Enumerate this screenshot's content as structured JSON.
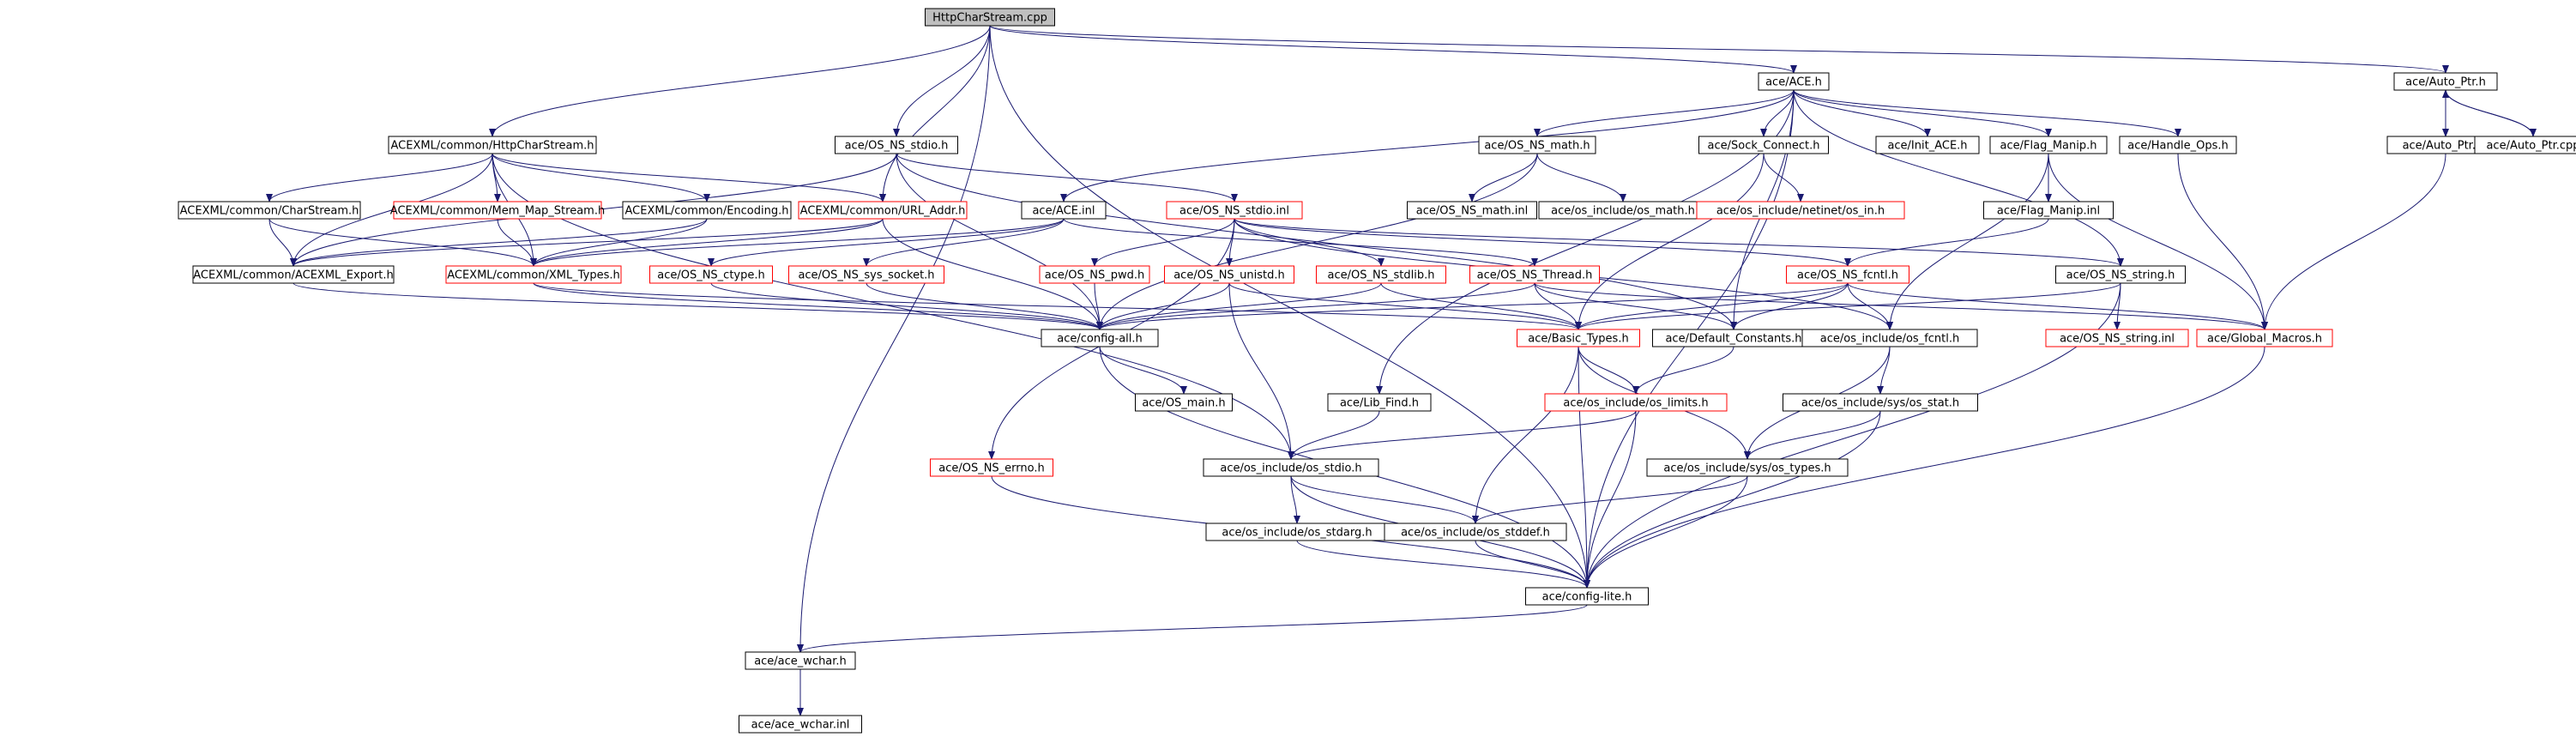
{
  "colors": {
    "edge": "#191970",
    "normal_border": "#000000",
    "missing_border": "#ff0000",
    "root_fill": "#bfbfbf",
    "text": "#000000"
  },
  "nodes": [
    {
      "id": "root",
      "label": "HttpCharStream.cpp",
      "kind": "root"
    },
    {
      "id": "hcs_h",
      "label": "ACEXML/common/HttpCharStream.h",
      "kind": "normal"
    },
    {
      "id": "os_stdio_h",
      "label": "ace/OS_NS_stdio.h",
      "kind": "normal"
    },
    {
      "id": "ace_h",
      "label": "ace/ACE.h",
      "kind": "normal"
    },
    {
      "id": "auto_ptr_h",
      "label": "ace/Auto_Ptr.h",
      "kind": "normal"
    },
    {
      "id": "os_math_h",
      "label": "ace/OS_NS_math.h",
      "kind": "normal"
    },
    {
      "id": "sock_connect_h",
      "label": "ace/Sock_Connect.h",
      "kind": "normal"
    },
    {
      "id": "init_ace_h",
      "label": "ace/Init_ACE.h",
      "kind": "normal"
    },
    {
      "id": "flag_manip_h",
      "label": "ace/Flag_Manip.h",
      "kind": "normal"
    },
    {
      "id": "handle_ops_h",
      "label": "ace/Handle_Ops.h",
      "kind": "normal"
    },
    {
      "id": "auto_ptr_inl",
      "label": "ace/Auto_Ptr.inl",
      "kind": "normal"
    },
    {
      "id": "auto_ptr_cpp",
      "label": "ace/Auto_Ptr.cpp",
      "kind": "normal"
    },
    {
      "id": "charstream_h",
      "label": "ACEXML/common/CharStream.h",
      "kind": "normal"
    },
    {
      "id": "mem_map_h",
      "label": "ACEXML/common/Mem_Map_Stream.h",
      "kind": "missing"
    },
    {
      "id": "encoding_h",
      "label": "ACEXML/common/Encoding.h",
      "kind": "normal"
    },
    {
      "id": "url_addr_h",
      "label": "ACEXML/common/URL_Addr.h",
      "kind": "missing"
    },
    {
      "id": "ace_inl",
      "label": "ace/ACE.inl",
      "kind": "normal"
    },
    {
      "id": "os_stdio_inl",
      "label": "ace/OS_NS_stdio.inl",
      "kind": "missing"
    },
    {
      "id": "os_math_inl",
      "label": "ace/OS_NS_math.inl",
      "kind": "normal"
    },
    {
      "id": "os_include_math_h",
      "label": "ace/os_include/os_math.h",
      "kind": "normal"
    },
    {
      "id": "netinet_in_h",
      "label": "ace/os_include/netinet/os_in.h",
      "kind": "missing"
    },
    {
      "id": "flag_manip_inl",
      "label": "ace/Flag_Manip.inl",
      "kind": "normal"
    },
    {
      "id": "acexml_export_h",
      "label": "ACEXML/common/ACEXML_Export.h",
      "kind": "normal"
    },
    {
      "id": "xml_types_h",
      "label": "ACEXML/common/XML_Types.h",
      "kind": "missing"
    },
    {
      "id": "os_ctype_h",
      "label": "ace/OS_NS_ctype.h",
      "kind": "missing"
    },
    {
      "id": "os_sys_socket_h",
      "label": "ace/OS_NS_sys_socket.h",
      "kind": "missing"
    },
    {
      "id": "os_pwd_h",
      "label": "ace/OS_NS_pwd.h",
      "kind": "missing"
    },
    {
      "id": "os_unistd_h",
      "label": "ace/OS_NS_unistd.h",
      "kind": "missing"
    },
    {
      "id": "os_stdlib_h",
      "label": "ace/OS_NS_stdlib.h",
      "kind": "missing"
    },
    {
      "id": "os_thread_h",
      "label": "ace/OS_NS_Thread.h",
      "kind": "missing"
    },
    {
      "id": "os_fcntl_h",
      "label": "ace/OS_NS_fcntl.h",
      "kind": "missing"
    },
    {
      "id": "os_string_h",
      "label": "ace/OS_NS_string.h",
      "kind": "normal"
    },
    {
      "id": "config_all_h",
      "label": "ace/config-all.h",
      "kind": "normal"
    },
    {
      "id": "basic_types_h",
      "label": "ace/Basic_Types.h",
      "kind": "missing"
    },
    {
      "id": "default_constants_h",
      "label": "ace/Default_Constants.h",
      "kind": "normal"
    },
    {
      "id": "os_include_fcntl_h",
      "label": "ace/os_include/os_fcntl.h",
      "kind": "normal"
    },
    {
      "id": "os_string_inl",
      "label": "ace/OS_NS_string.inl",
      "kind": "missing"
    },
    {
      "id": "global_macros_h",
      "label": "ace/Global_Macros.h",
      "kind": "missing"
    },
    {
      "id": "os_main_h",
      "label": "ace/OS_main.h",
      "kind": "normal"
    },
    {
      "id": "lib_find_h",
      "label": "ace/Lib_Find.h",
      "kind": "normal"
    },
    {
      "id": "os_limits_h",
      "label": "ace/os_include/os_limits.h",
      "kind": "missing"
    },
    {
      "id": "sys_stat_h",
      "label": "ace/os_include/sys/os_stat.h",
      "kind": "normal"
    },
    {
      "id": "os_errno_h",
      "label": "ace/OS_NS_errno.h",
      "kind": "missing"
    },
    {
      "id": "os_include_stdio_h",
      "label": "ace/os_include/os_stdio.h",
      "kind": "normal"
    },
    {
      "id": "sys_types_h",
      "label": "ace/os_include/sys/os_types.h",
      "kind": "normal"
    },
    {
      "id": "os_stdarg_h",
      "label": "ace/os_include/os_stdarg.h",
      "kind": "normal"
    },
    {
      "id": "os_stddef_h",
      "label": "ace/os_include/os_stddef.h",
      "kind": "normal"
    },
    {
      "id": "config_lite_h",
      "label": "ace/config-lite.h",
      "kind": "normal"
    },
    {
      "id": "ace_wchar_h",
      "label": "ace/ace_wchar.h",
      "kind": "normal"
    },
    {
      "id": "ace_wchar_inl",
      "label": "ace/ace_wchar.inl",
      "kind": "normal"
    }
  ],
  "edges": [
    [
      "root",
      "hcs_h"
    ],
    [
      "root",
      "os_stdio_h"
    ],
    [
      "root",
      "ace_h"
    ],
    [
      "root",
      "auto_ptr_h"
    ],
    [
      "root",
      "url_addr_h"
    ],
    [
      "root",
      "ace_wchar_h"
    ],
    [
      "root",
      "config_lite_h"
    ],
    [
      "hcs_h",
      "charstream_h"
    ],
    [
      "hcs_h",
      "mem_map_h"
    ],
    [
      "hcs_h",
      "encoding_h"
    ],
    [
      "hcs_h",
      "url_addr_h"
    ],
    [
      "hcs_h",
      "acexml_export_h"
    ],
    [
      "hcs_h",
      "xml_types_h"
    ],
    [
      "hcs_h",
      "os_include_stdio_h"
    ],
    [
      "os_stdio_h",
      "os_stdio_inl"
    ],
    [
      "os_stdio_h",
      "config_all_h"
    ],
    [
      "os_stdio_h",
      "default_constants_h"
    ],
    [
      "os_stdio_h",
      "acexml_export_h"
    ],
    [
      "ace_h",
      "os_math_h"
    ],
    [
      "ace_h",
      "sock_connect_h"
    ],
    [
      "ace_h",
      "init_ace_h"
    ],
    [
      "ace_h",
      "flag_manip_h"
    ],
    [
      "ace_h",
      "handle_ops_h"
    ],
    [
      "ace_h",
      "ace_inl"
    ],
    [
      "ace_h",
      "lib_find_h"
    ],
    [
      "ace_h",
      "os_string_h"
    ],
    [
      "ace_h",
      "config_lite_h"
    ],
    [
      "ace_h",
      "default_constants_h"
    ],
    [
      "auto_ptr_h",
      "auto_ptr_inl"
    ],
    [
      "auto_ptr_h",
      "auto_ptr_cpp"
    ],
    [
      "auto_ptr_cpp",
      "auto_ptr_h"
    ],
    [
      "auto_ptr_inl",
      "global_macros_h"
    ],
    [
      "os_math_h",
      "os_math_inl"
    ],
    [
      "os_math_h",
      "os_include_math_h"
    ],
    [
      "os_math_h",
      "config_all_h"
    ],
    [
      "sock_connect_h",
      "netinet_in_h"
    ],
    [
      "sock_connect_h",
      "basic_types_h"
    ],
    [
      "flag_manip_h",
      "flag_manip_inl"
    ],
    [
      "flag_manip_h",
      "global_macros_h"
    ],
    [
      "flag_manip_h",
      "os_include_fcntl_h"
    ],
    [
      "handle_ops_h",
      "global_macros_h"
    ],
    [
      "flag_manip_inl",
      "os_fcntl_h"
    ],
    [
      "charstream_h",
      "acexml_export_h"
    ],
    [
      "charstream_h",
      "xml_types_h"
    ],
    [
      "mem_map_h",
      "xml_types_h"
    ],
    [
      "encoding_h",
      "acexml_export_h"
    ],
    [
      "encoding_h",
      "xml_types_h"
    ],
    [
      "url_addr_h",
      "acexml_export_h"
    ],
    [
      "url_addr_h",
      "xml_types_h"
    ],
    [
      "url_addr_h",
      "config_all_h"
    ],
    [
      "ace_inl",
      "os_ctype_h"
    ],
    [
      "ace_inl",
      "os_sys_socket_h"
    ],
    [
      "ace_inl",
      "xml_types_h"
    ],
    [
      "ace_inl",
      "os_thread_h"
    ],
    [
      "os_stdio_inl",
      "os_pwd_h"
    ],
    [
      "os_stdio_inl",
      "os_unistd_h"
    ],
    [
      "os_stdio_inl",
      "os_stdlib_h"
    ],
    [
      "os_stdio_inl",
      "os_fcntl_h"
    ],
    [
      "os_stdio_inl",
      "os_string_h"
    ],
    [
      "os_stdio_inl",
      "os_errno_h"
    ],
    [
      "os_stdio_inl",
      "os_include_fcntl_h"
    ],
    [
      "acexml_export_h",
      "config_all_h"
    ],
    [
      "xml_types_h",
      "config_all_h"
    ],
    [
      "xml_types_h",
      "basic_types_h"
    ],
    [
      "os_ctype_h",
      "config_all_h"
    ],
    [
      "os_sys_socket_h",
      "config_all_h"
    ],
    [
      "os_pwd_h",
      "config_all_h"
    ],
    [
      "os_unistd_h",
      "config_all_h"
    ],
    [
      "os_unistd_h",
      "basic_types_h"
    ],
    [
      "os_unistd_h",
      "os_include_stdio_h"
    ],
    [
      "os_stdlib_h",
      "config_all_h"
    ],
    [
      "os_stdlib_h",
      "basic_types_h"
    ],
    [
      "os_thread_h",
      "config_all_h"
    ],
    [
      "os_thread_h",
      "basic_types_h"
    ],
    [
      "os_thread_h",
      "default_constants_h"
    ],
    [
      "os_thread_h",
      "global_macros_h"
    ],
    [
      "os_fcntl_h",
      "basic_types_h"
    ],
    [
      "os_fcntl_h",
      "default_constants_h"
    ],
    [
      "os_fcntl_h",
      "os_include_fcntl_h"
    ],
    [
      "os_fcntl_h",
      "global_macros_h"
    ],
    [
      "os_fcntl_h",
      "config_all_h"
    ],
    [
      "os_string_h",
      "os_string_inl"
    ],
    [
      "os_string_h",
      "basic_types_h"
    ],
    [
      "os_string_h",
      "config_lite_h"
    ],
    [
      "config_all_h",
      "os_main_h"
    ],
    [
      "config_all_h",
      "config_lite_h"
    ],
    [
      "basic_types_h",
      "os_limits_h"
    ],
    [
      "basic_types_h",
      "os_stddef_h"
    ],
    [
      "basic_types_h",
      "sys_types_h"
    ],
    [
      "basic_types_h",
      "config_lite_h"
    ],
    [
      "default_constants_h",
      "os_limits_h"
    ],
    [
      "os_include_fcntl_h",
      "sys_stat_h"
    ],
    [
      "os_include_fcntl_h",
      "sys_types_h"
    ],
    [
      "global_macros_h",
      "config_lite_h"
    ],
    [
      "lib_find_h",
      "os_include_stdio_h"
    ],
    [
      "os_limits_h",
      "os_include_stdio_h"
    ],
    [
      "os_limits_h",
      "config_lite_h"
    ],
    [
      "sys_stat_h",
      "sys_types_h"
    ],
    [
      "sys_stat_h",
      "config_lite_h"
    ],
    [
      "os_errno_h",
      "config_lite_h"
    ],
    [
      "os_include_stdio_h",
      "os_stdarg_h"
    ],
    [
      "os_include_stdio_h",
      "os_stddef_h"
    ],
    [
      "os_include_stdio_h",
      "config_lite_h"
    ],
    [
      "sys_types_h",
      "os_stddef_h"
    ],
    [
      "sys_types_h",
      "config_lite_h"
    ],
    [
      "os_stdarg_h",
      "config_lite_h"
    ],
    [
      "os_stddef_h",
      "config_lite_h"
    ],
    [
      "config_lite_h",
      "ace_wchar_h"
    ],
    [
      "ace_wchar_h",
      "ace_wchar_inl"
    ]
  ]
}
